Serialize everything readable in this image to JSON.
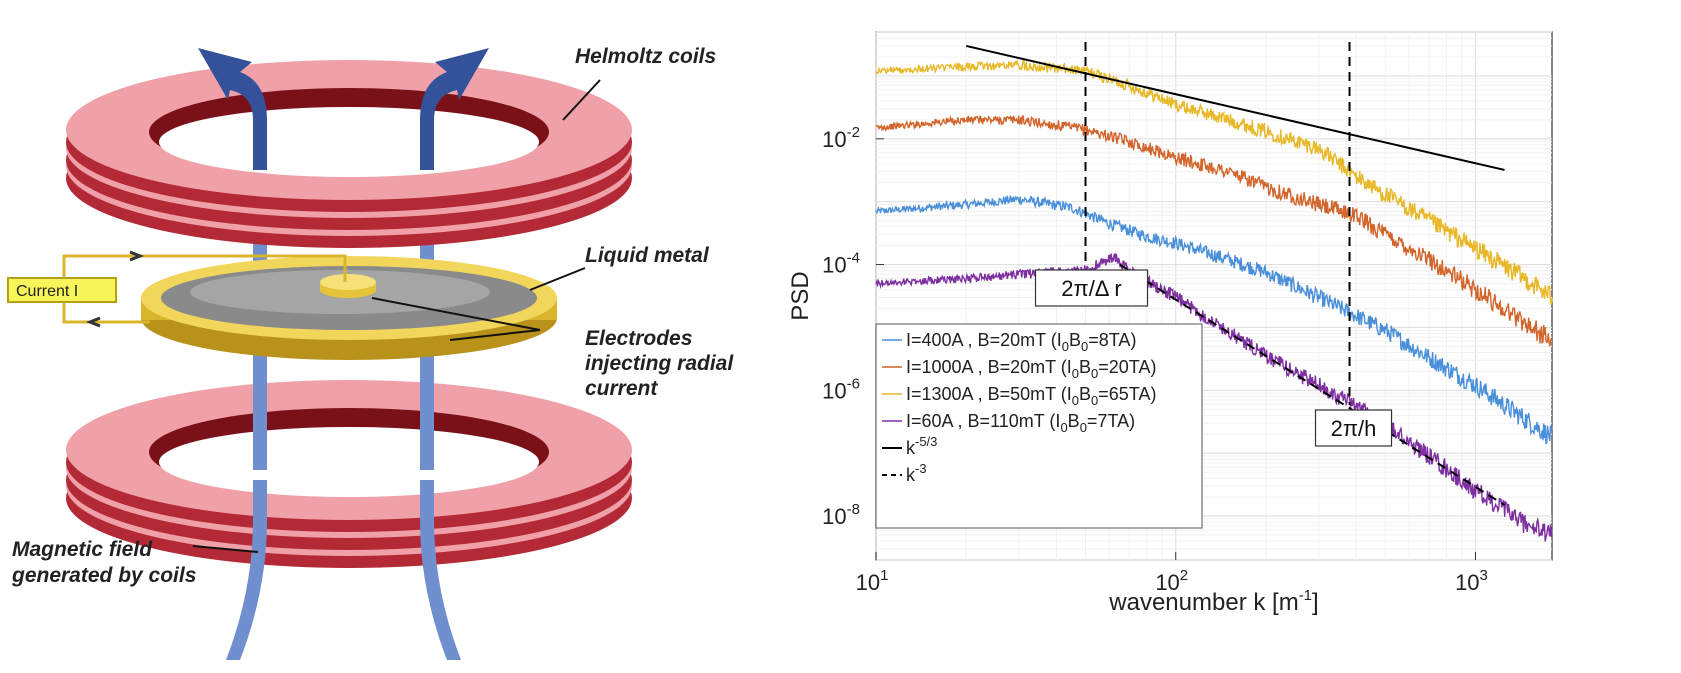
{
  "diagram": {
    "labels": {
      "helmoltz": "Helmoltz coils",
      "liquid_metal": "Liquid metal",
      "electrodes_1": "Electrodes",
      "electrodes_2": "injecting radial",
      "electrodes_3": "current",
      "magnetic_1": "Magnetic field",
      "magnetic_2": "generated by coils",
      "current": "Current I"
    },
    "colors": {
      "coil_top": "#f0a0a8",
      "coil_side": "#b32a36",
      "coil_inner": "#7a1119",
      "field_arrow": "#6f8fcf",
      "field_arrow_dark": "#34529a",
      "gold": "#d9b52b",
      "metal": "#8a8a8a",
      "current_box": "#f7f55a"
    }
  },
  "chart_data": {
    "type": "line",
    "xscale": "log",
    "yscale": "log",
    "xlim": [
      10,
      1800
    ],
    "ylim": [
      2e-09,
      0.5
    ],
    "xlabel": "wavenumber k [m",
    "xlabel_sup": "-1",
    "xlabel_end": "]",
    "ylabel": "PSD",
    "xticks": [
      {
        "value": 10,
        "base": "10",
        "exp": "1"
      },
      {
        "value": 100,
        "base": "10",
        "exp": "2"
      },
      {
        "value": 1000,
        "base": "10",
        "exp": "3"
      }
    ],
    "yticks": [
      {
        "value": 0.01,
        "base": "10",
        "exp": "-2"
      },
      {
        "value": 0.0001,
        "base": "10",
        "exp": "-4"
      },
      {
        "value": 1e-06,
        "base": "10",
        "exp": "-6"
      },
      {
        "value": 1e-08,
        "base": "10",
        "exp": "-8"
      }
    ],
    "grid": true,
    "legend_position": "bottom-left",
    "series": [
      {
        "id": "s1",
        "legend": "I=400A , B=20mT  (I",
        "sub1": "0",
        "mid": "B",
        "sub2": "0",
        "end": "=8TA)",
        "color": "#4a8fd9",
        "points": [
          [
            10,
            0.0007
          ],
          [
            20,
            0.0009
          ],
          [
            30,
            0.0011
          ],
          [
            45,
            0.0008
          ],
          [
            60,
            0.00045
          ],
          [
            80,
            0.00028
          ],
          [
            100,
            0.00022
          ],
          [
            150,
            0.00012
          ],
          [
            200,
            7.5e-05
          ],
          [
            300,
            3e-05
          ],
          [
            500,
            9e-06
          ],
          [
            700,
            3.3e-06
          ],
          [
            1000,
            1.2e-06
          ],
          [
            1500,
            3.2e-07
          ],
          [
            1800,
            1.8e-07
          ]
        ]
      },
      {
        "id": "s2",
        "legend": "I=1000A , B=20mT (I",
        "sub1": "0",
        "mid": "B",
        "sub2": "0",
        "end": "=20TA)",
        "color": "#d2652b",
        "points": [
          [
            10,
            0.015
          ],
          [
            20,
            0.02
          ],
          [
            30,
            0.02
          ],
          [
            50,
            0.014
          ],
          [
            70,
            0.009
          ],
          [
            100,
            0.005
          ],
          [
            150,
            0.003
          ],
          [
            200,
            0.0017
          ],
          [
            300,
            0.0009
          ],
          [
            400,
            0.0006
          ],
          [
            500,
            0.0003
          ],
          [
            700,
            0.00012
          ],
          [
            1000,
            4e-05
          ],
          [
            1500,
            1.1e-05
          ],
          [
            1800,
            6e-06
          ]
        ]
      },
      {
        "id": "s3",
        "legend": "I=1300A , B=50mT (I",
        "sub1": "0",
        "mid": "B",
        "sub2": "0",
        "end": "=65TA)",
        "color": "#e8b828",
        "points": [
          [
            10,
            0.12
          ],
          [
            20,
            0.14
          ],
          [
            30,
            0.15
          ],
          [
            50,
            0.12
          ],
          [
            70,
            0.07
          ],
          [
            100,
            0.035
          ],
          [
            150,
            0.02
          ],
          [
            200,
            0.013
          ],
          [
            300,
            0.007
          ],
          [
            400,
            0.0025
          ],
          [
            500,
            0.0013
          ],
          [
            700,
            0.0005
          ],
          [
            1000,
            0.00018
          ],
          [
            1500,
            5.5e-05
          ],
          [
            1800,
            3e-05
          ]
        ]
      },
      {
        "id": "s4",
        "legend": "I=60A , B=110mT (I",
        "sub1": "0",
        "mid": "B",
        "sub2": "0",
        "end": "=7TA)",
        "color": "#7e2fa0",
        "points": [
          [
            10,
            5e-05
          ],
          [
            20,
            6e-05
          ],
          [
            30,
            7e-05
          ],
          [
            50,
            8e-05
          ],
          [
            62,
            0.00013
          ],
          [
            70,
            8e-05
          ],
          [
            100,
            3e-05
          ],
          [
            150,
            8.5e-06
          ],
          [
            200,
            3.5e-06
          ],
          [
            300,
            1.2e-06
          ],
          [
            400,
            5.5e-07
          ],
          [
            500,
            2.8e-07
          ],
          [
            700,
            9e-08
          ],
          [
            1000,
            2.5e-08
          ],
          [
            1500,
            7e-09
          ],
          [
            1800,
            5e-09
          ]
        ]
      }
    ],
    "reference_lines": [
      {
        "id": "k53",
        "legend": "k",
        "sup": "-5/3",
        "style": "solid",
        "color": "#000000",
        "points": [
          [
            20,
            0.3
          ],
          [
            1250,
            0.0032
          ]
        ]
      },
      {
        "id": "k3",
        "legend": "k",
        "sup": "-3",
        "style": "dashed",
        "color": "#000000",
        "points": [
          [
            65,
            0.0001
          ],
          [
            1250,
            1.5e-08
          ]
        ]
      }
    ],
    "annotations": [
      {
        "id": "dr",
        "x": 50,
        "text_a": "2π/Δ r",
        "style": "dashed"
      },
      {
        "id": "h",
        "x": 380,
        "text_a": "2π/h",
        "style": "dashed"
      }
    ]
  }
}
